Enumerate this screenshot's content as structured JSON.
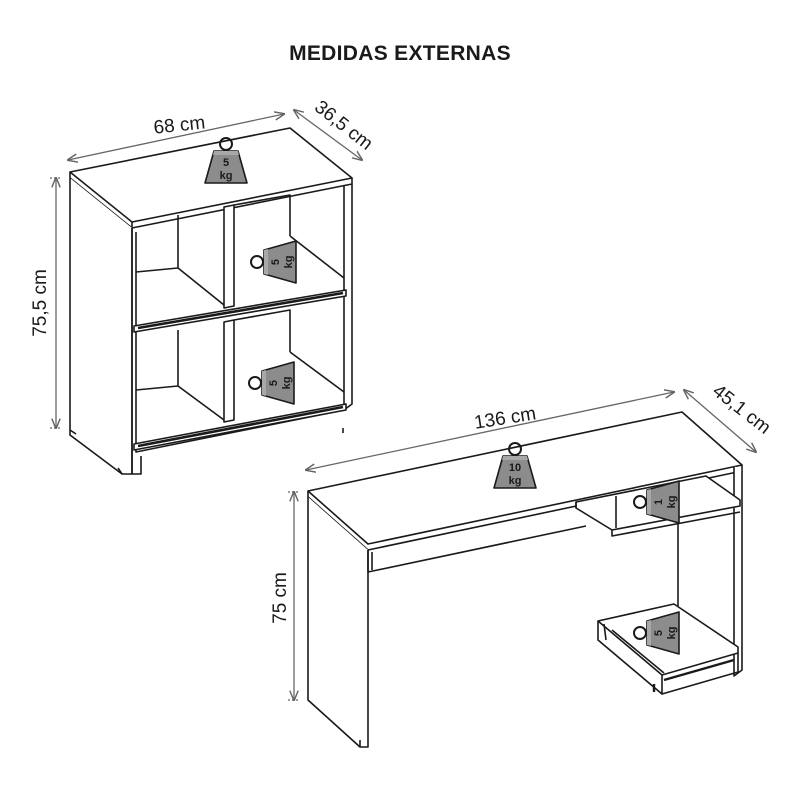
{
  "title": "MEDIDAS EXTERNAS",
  "bookcase": {
    "width": "68 cm",
    "depth": "36,5 cm",
    "height": "75,5 cm",
    "weights": [
      {
        "num": "5",
        "unit": "kg"
      },
      {
        "num": "5",
        "unit": "kg"
      },
      {
        "num": "5",
        "unit": "kg"
      }
    ]
  },
  "desk": {
    "width": "136 cm",
    "depth": "45,1 cm",
    "height": "75 cm",
    "weights": [
      {
        "num": "10",
        "unit": "kg"
      },
      {
        "num": "1",
        "unit": "kg"
      },
      {
        "num": "5",
        "unit": "kg"
      }
    ]
  },
  "colors": {
    "line": "#1a1a1a",
    "dimension": "#666666",
    "weight_fill": "#8c8c8c"
  }
}
